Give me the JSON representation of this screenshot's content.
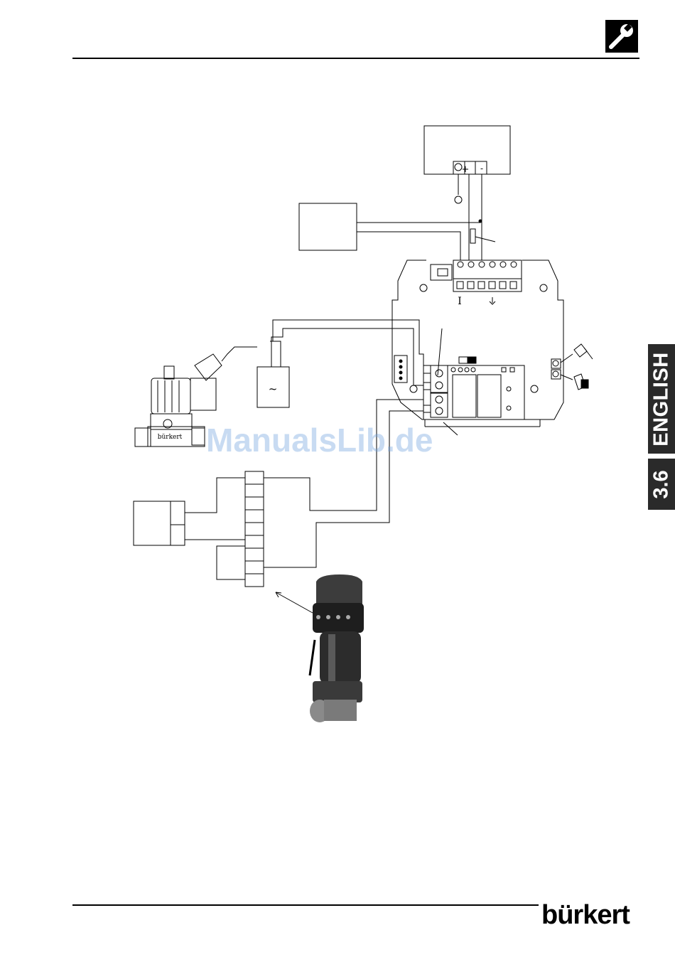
{
  "header": {
    "icon": "wrench-icon"
  },
  "side_tabs": {
    "language": "ENGLISH",
    "section": "3.6"
  },
  "diagram": {
    "terminal_symbols": {
      "ground": "⏚",
      "plus": "+",
      "minus": "-"
    },
    "ac_symbol": "~",
    "ground_label": "⏚",
    "mark_I": "I",
    "solenoid_brand": "bürkert"
  },
  "footer": {
    "brand": "bürkert"
  },
  "watermark": "ManualsLib.de",
  "colors": {
    "tab_background": "#2a2a2a",
    "watermark": "#6ea0dc"
  }
}
